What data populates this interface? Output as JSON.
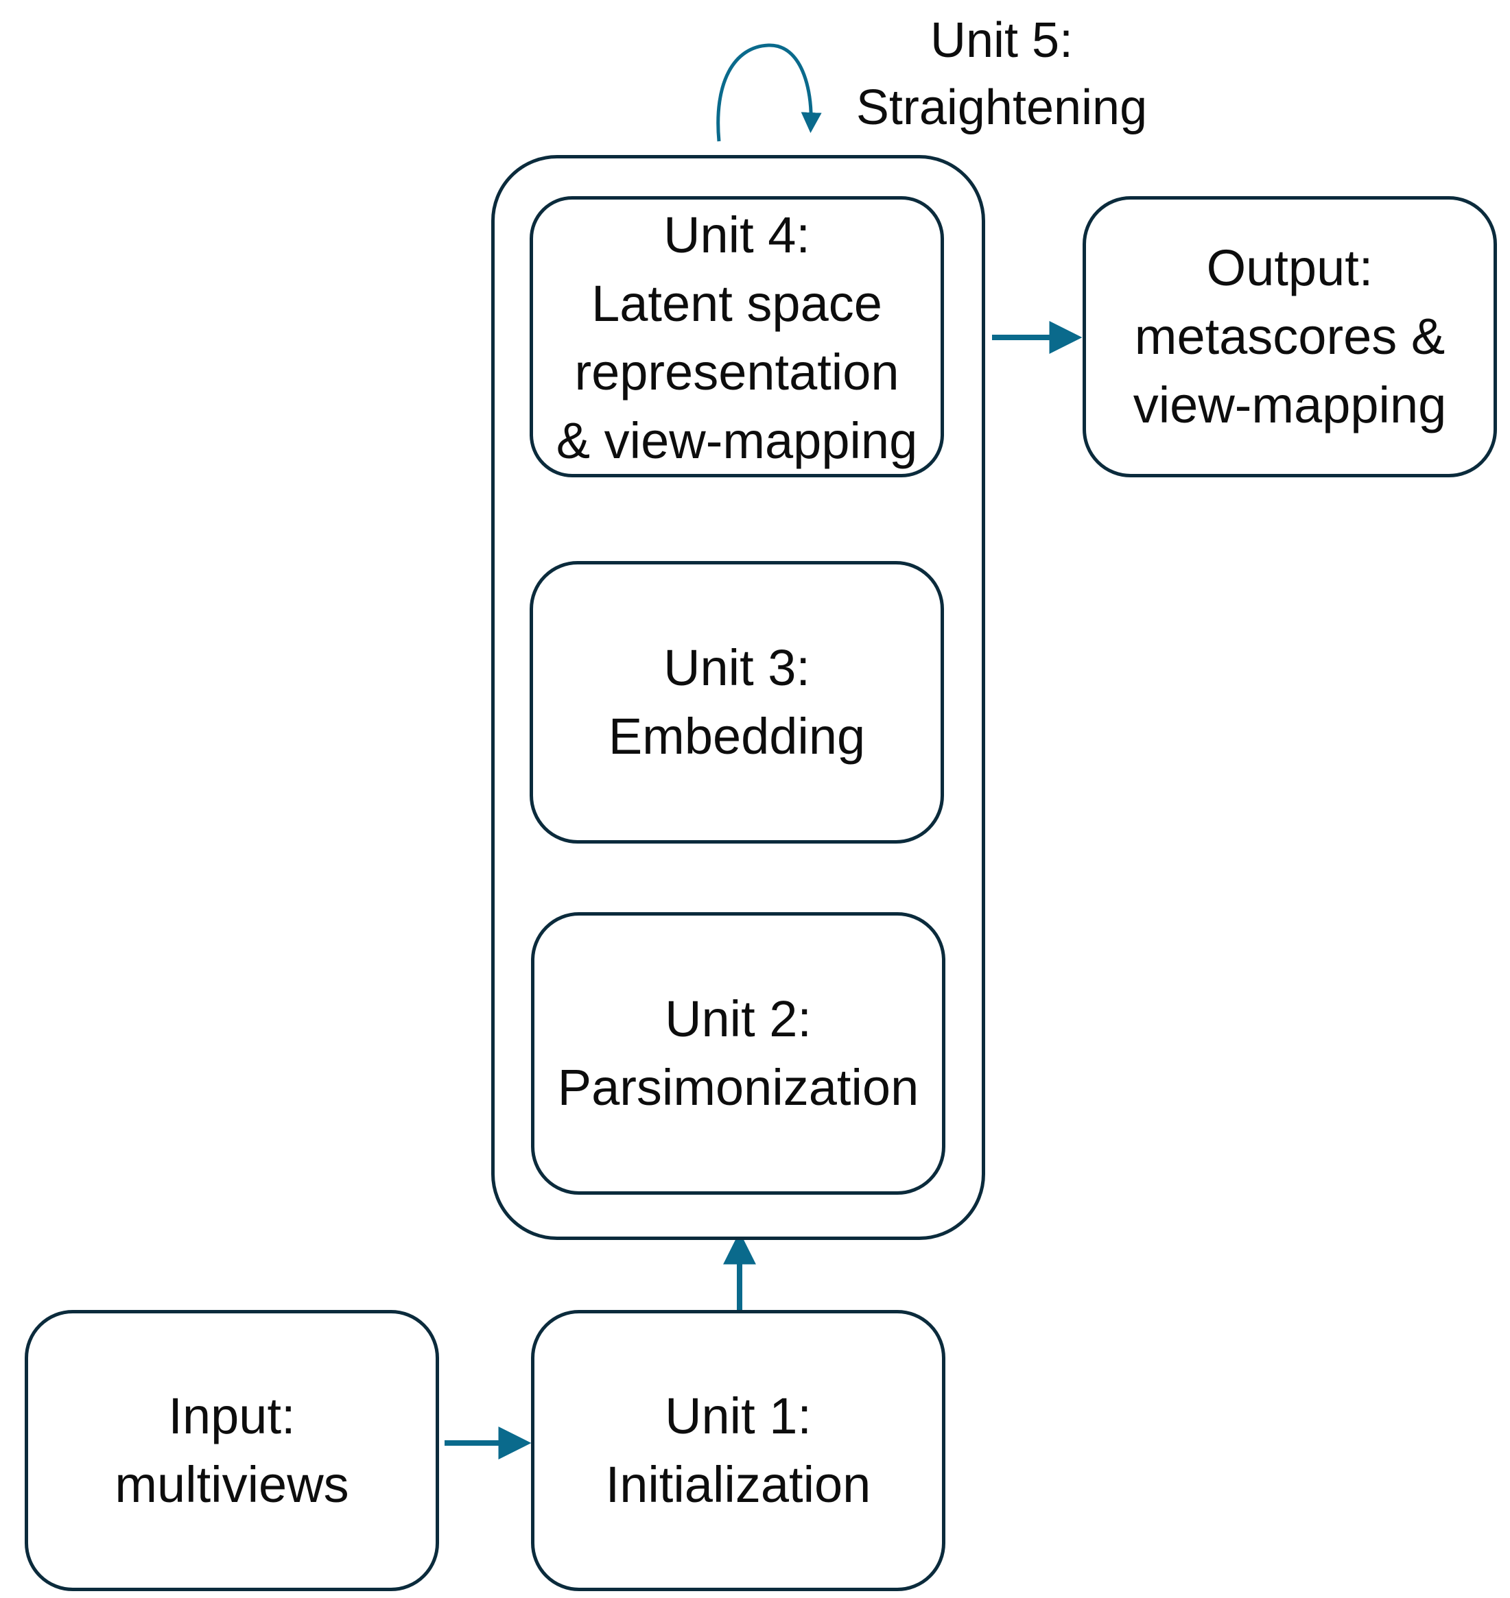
{
  "nodes": {
    "input": {
      "lines": [
        "Input:",
        "multiviews"
      ]
    },
    "unit1": {
      "lines": [
        "Unit 1:",
        "Initialization"
      ]
    },
    "unit2": {
      "lines": [
        "Unit 2:",
        "Parsimonization"
      ]
    },
    "unit3": {
      "lines": [
        "Unit 3:",
        "Embedding"
      ]
    },
    "unit4": {
      "lines": [
        "Unit 4:",
        "Latent space",
        "representation",
        "& view-mapping"
      ]
    },
    "output": {
      "lines": [
        "Output:",
        "metascores &",
        "view-mapping"
      ]
    },
    "unit5": {
      "lines": [
        "Unit 5:",
        "Straightening"
      ]
    }
  },
  "colors": {
    "box_border": "#0b2b3c",
    "arrow": "#0a6a8c",
    "text": "#0d0d0d"
  }
}
